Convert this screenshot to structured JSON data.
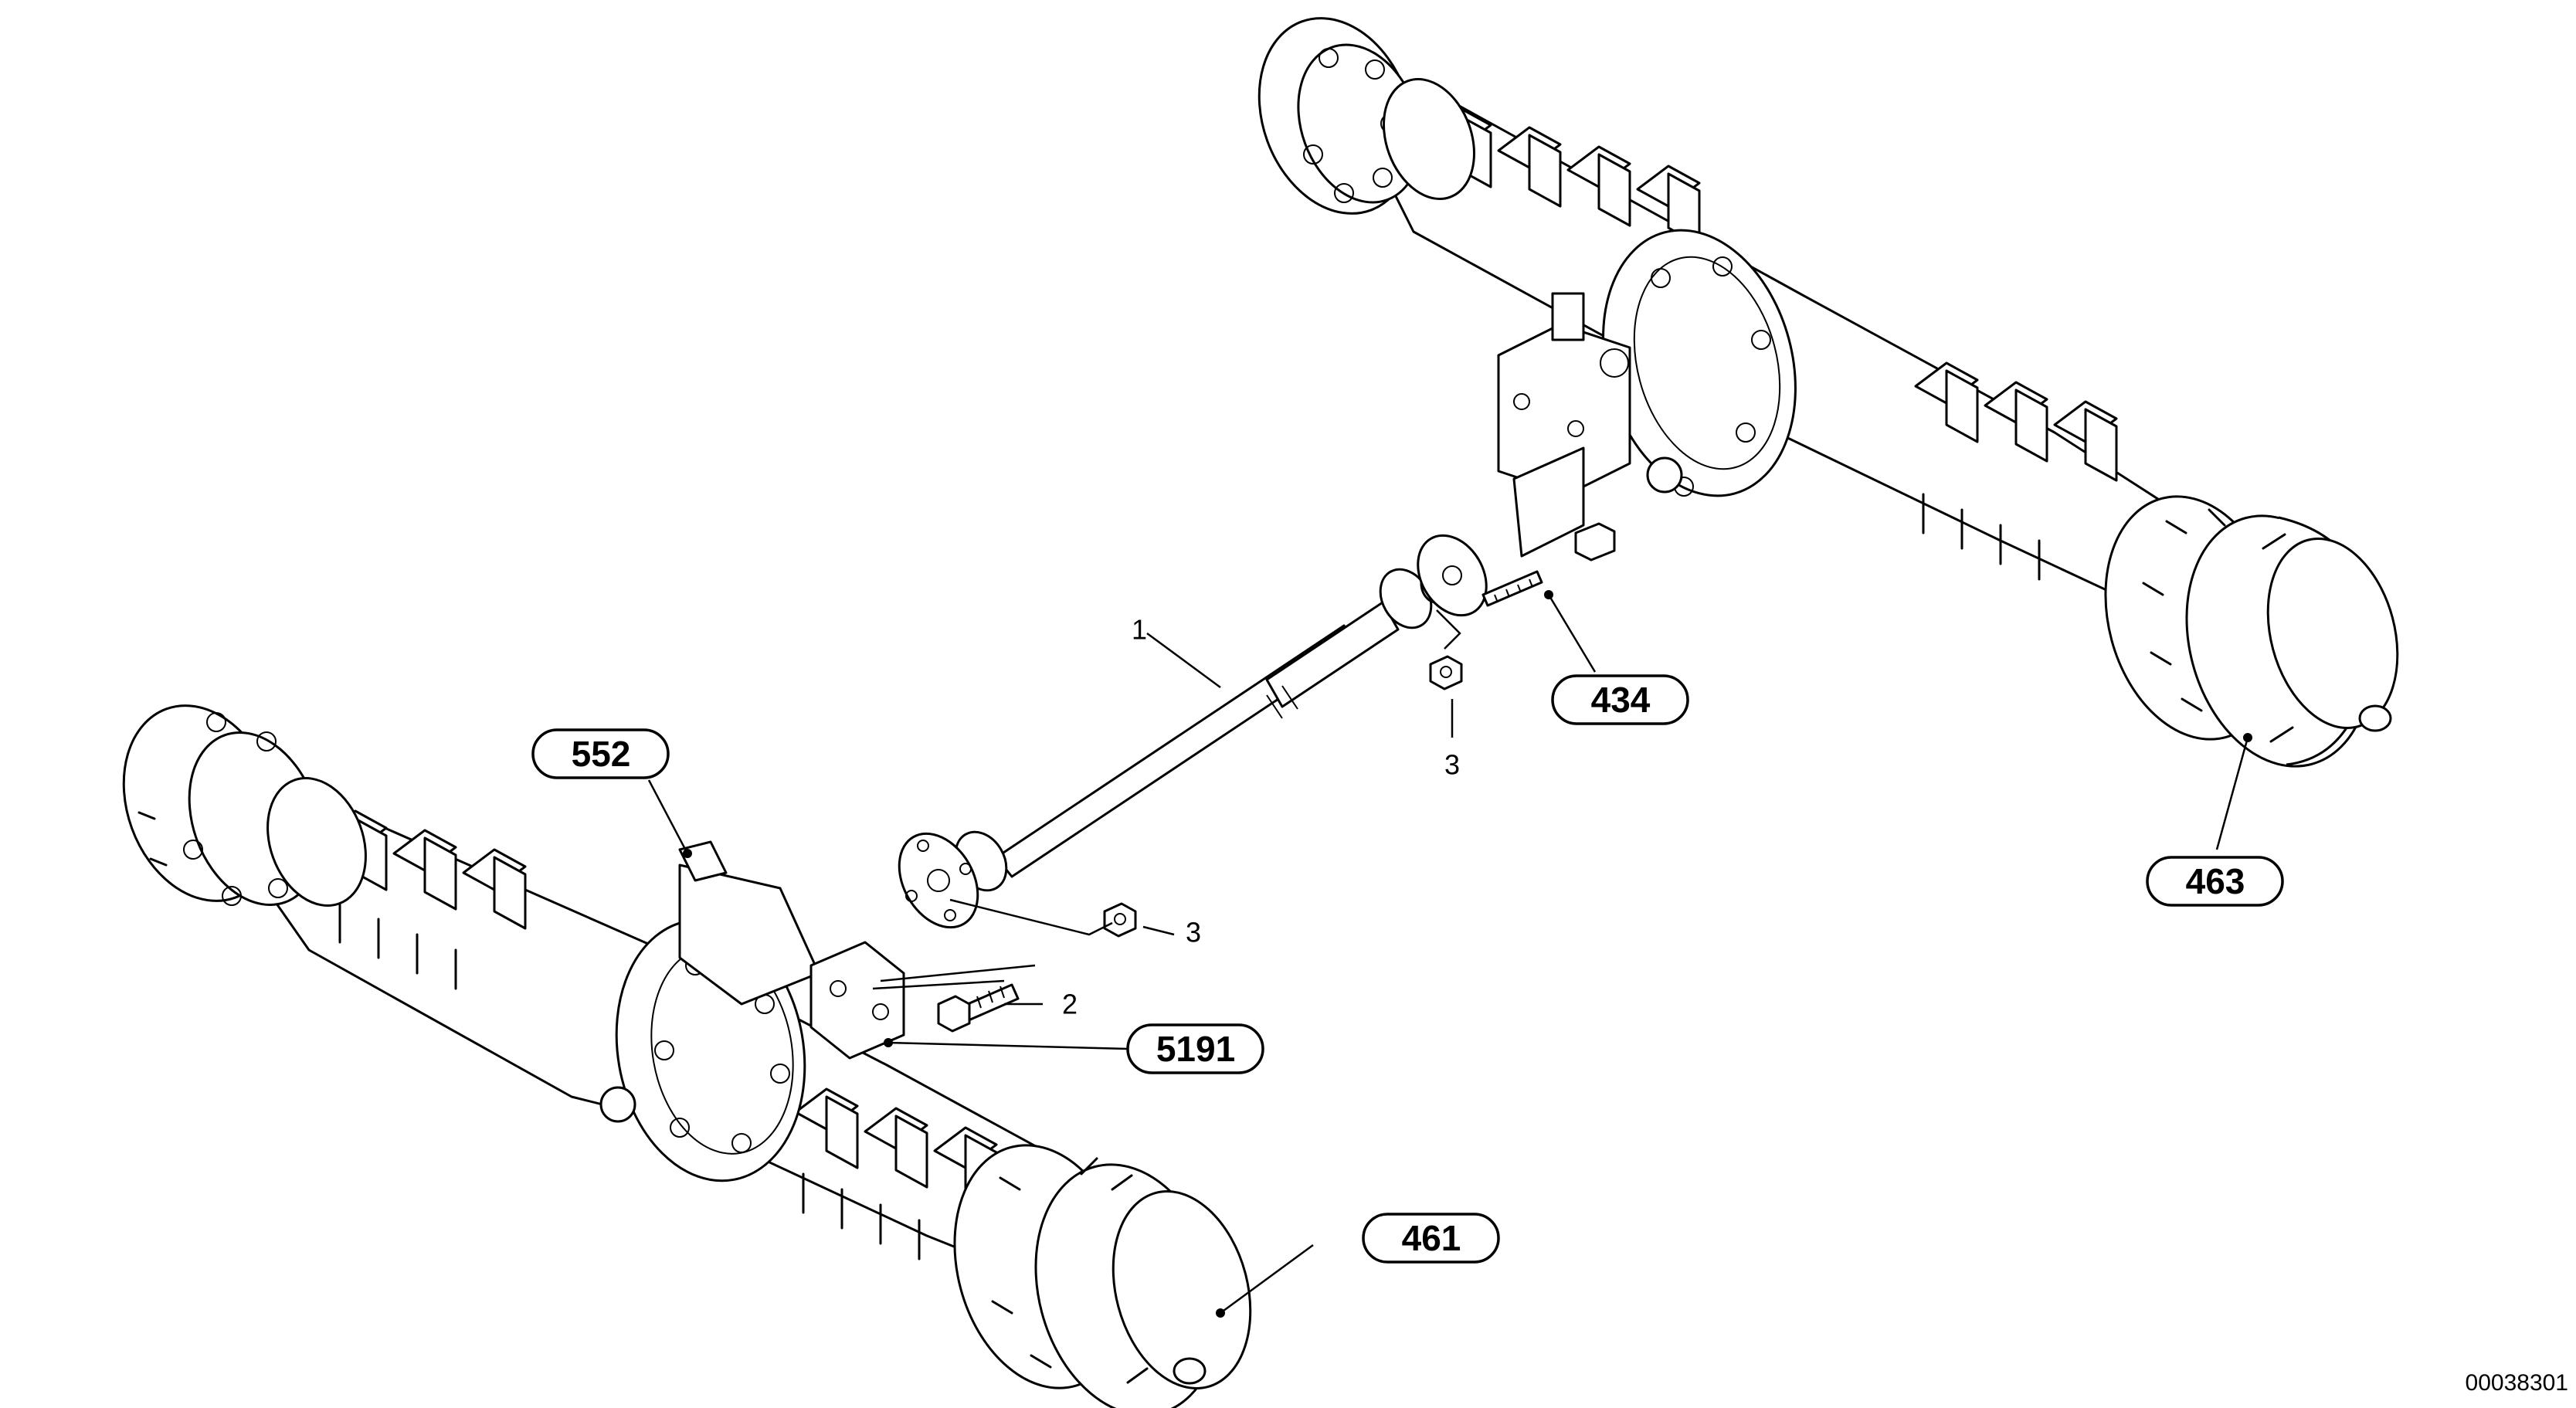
{
  "drawing_id": "00038301",
  "callouts": {
    "c552": "552",
    "c434": "434",
    "c463": "463",
    "c5191": "5191",
    "c461": "461"
  },
  "item_numbers": {
    "n1": "1",
    "n2": "2",
    "n3_upper": "3",
    "n3_lower": "3"
  }
}
